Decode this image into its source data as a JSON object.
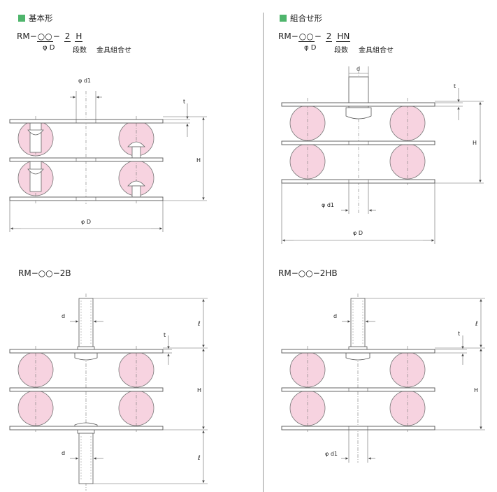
{
  "panels": {
    "basic": {
      "heading": "基本形",
      "code": {
        "prefix": "RM−",
        "circles": "○○",
        "dash": "−",
        "qty": "2",
        "type": "H"
      },
      "sub": {
        "diameter": "φ D",
        "qty": "段数",
        "type": "金具組合せ"
      },
      "labels": {
        "d1": "φ d1",
        "t": "t",
        "h": "H",
        "dia": "φ D"
      }
    },
    "combined": {
      "heading": "組合せ形",
      "code": {
        "prefix": "RM−",
        "circles": "○○",
        "dash": "−",
        "qty": "2",
        "type": "HN"
      },
      "sub": {
        "diameter": "φ D",
        "qty": "段数",
        "type": "金具組合せ"
      },
      "labels": {
        "d": "d",
        "t": "t",
        "h": "H",
        "d1": "φ d1",
        "dia": "φ D"
      }
    },
    "bolt2b": {
      "title": "RM−○○−2B",
      "labels": {
        "d_top": "d",
        "t": "t",
        "l_top": "ℓ",
        "h": "H",
        "d_bot": "d",
        "l_bot": "ℓ"
      }
    },
    "bolt2hb": {
      "title": "RM−○○−2HB",
      "labels": {
        "d": "d",
        "t": "t",
        "l": "ℓ",
        "h": "H",
        "d1": "φ d1"
      }
    }
  },
  "colors": {
    "ball": "#f7d3e0",
    "ball_stroke": "#777777",
    "heading_square": "#4fb56c",
    "line": "#555555"
  }
}
